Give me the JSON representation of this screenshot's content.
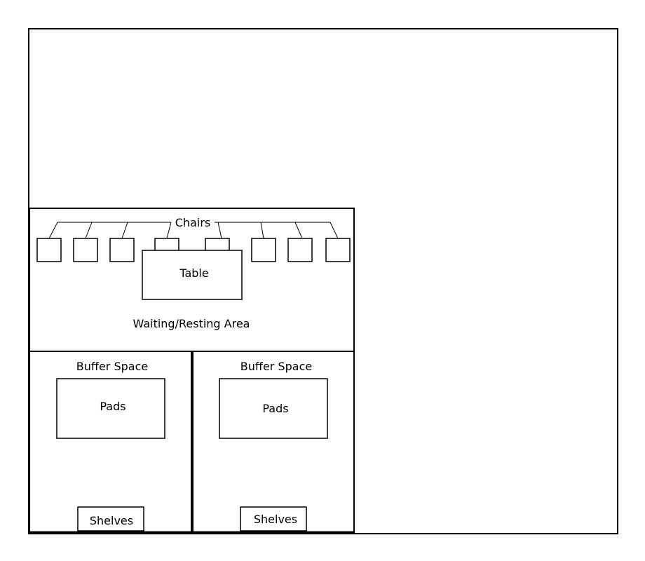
{
  "labels": {
    "chairs": "Chairs",
    "table": "Table",
    "waiting_area": "Waiting/Resting Area",
    "buffer_left": "Buffer Space",
    "buffer_right": "Buffer Space",
    "pads_left": "Pads",
    "pads_right": "Pads",
    "shelves_left": "Shelves",
    "shelves_right": "Shelves"
  },
  "colors": {
    "line": "#000000",
    "background": "#ffffff"
  }
}
